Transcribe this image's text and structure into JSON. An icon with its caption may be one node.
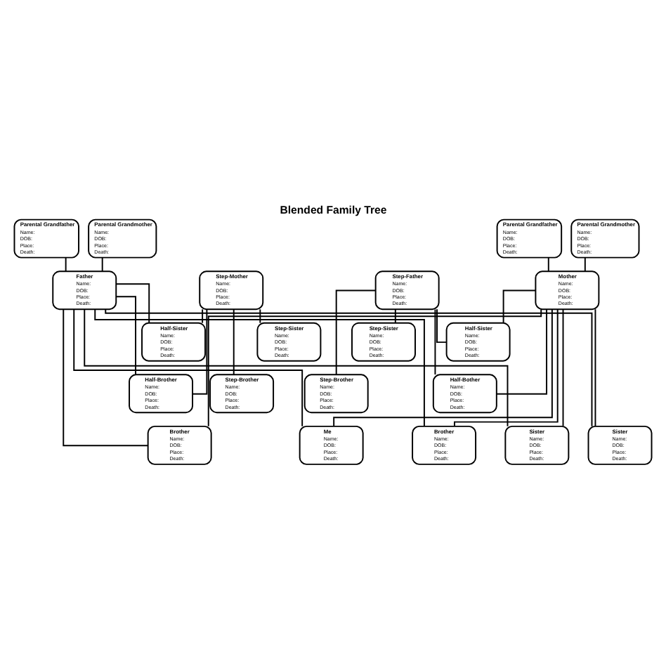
{
  "diagram": {
    "title": "Blended Family Tree",
    "nodes": [
      {
        "text": [
          "Parental Grandfather",
          "Name:",
          "DOB:",
          "Place:",
          "Death:"
        ]
      },
      {
        "text": [
          "Parental Grandmother",
          "Name:",
          "DOB:",
          "Place:",
          "Death:"
        ]
      },
      {
        "text": [
          "Parental Grandfather",
          "Name:",
          "DOB:",
          "Place:",
          "Death:"
        ]
      },
      {
        "text": [
          "Parental Grandmother",
          "Name:",
          "DOB:",
          "Place:",
          "Death:"
        ]
      },
      {
        "text": [
          "Step-Mother",
          "Name:",
          "DOB:",
          "Place:",
          "Death:"
        ]
      },
      {
        "text": [
          "Father",
          "Name:",
          "DOB:",
          "Place:",
          "Death:"
        ]
      },
      {
        "text": [
          "Mother",
          "Name:",
          "DOB:",
          "Place:",
          "Death:"
        ]
      },
      {
        "text": [
          "Step-Father",
          "Name:",
          "DOB:",
          "Place:",
          "Death:"
        ]
      },
      {
        "text": [
          "Step-Sister",
          "Name:",
          "DOB:",
          "Place:",
          "Death:"
        ]
      },
      {
        "text": [
          "Half-Sister",
          "Name:",
          "DOB:",
          "Place:",
          "Death:"
        ]
      },
      {
        "text": [
          "Half-Sister",
          "Name:",
          "DOB:",
          "Place:",
          "Death:"
        ]
      },
      {
        "text": [
          "Step-Sister",
          "Name:",
          "DOB:",
          "Place:",
          "Death:"
        ]
      },
      {
        "text": [
          "Step-Brother",
          "Name:",
          "DOB:",
          "Place:",
          "Death:"
        ]
      },
      {
        "text": [
          "Half-Brother",
          "Name:",
          "DOB:",
          "Place:",
          "Death:"
        ]
      },
      {
        "text": [
          "Half-Bother",
          "Name:",
          "DOB:",
          "Place:",
          "Death:"
        ]
      },
      {
        "text": [
          "Step-Brother",
          "Name:",
          "DOB:",
          "Place:",
          "Death:"
        ]
      },
      {
        "text": [
          "Sister",
          "Name:",
          "DOB:",
          "Place:",
          "Death:"
        ]
      },
      {
        "text": [
          "Sister",
          "Name:",
          "DOB:",
          "Place:",
          "Death:"
        ]
      },
      {
        "text": [
          "Me",
          "Name:",
          "DOB:",
          "Place:",
          "Death:"
        ]
      },
      {
        "text": [
          "Brother",
          "Name:",
          "DOB:",
          "Place:",
          "Death:"
        ]
      },
      {
        "text": [
          "Brother",
          "Name:",
          "DOB:",
          "Place:",
          "Death:"
        ]
      }
    ],
    "edges": [
      {
        "from": 0,
        "to": 5,
        "arrow": "none"
      },
      {
        "from": 1,
        "to": 5,
        "arrow": "none"
      },
      {
        "from": 2,
        "to": 6,
        "arrow": "none"
      },
      {
        "from": 3,
        "to": 6,
        "arrow": "none"
      },
      {
        "from": 4,
        "to": 8,
        "arrow": "none"
      },
      {
        "from": 4,
        "to": 12,
        "arrow": "none"
      },
      {
        "from": 4,
        "to": 9,
        "arrow": "none"
      },
      {
        "from": 4,
        "to": 13,
        "arrow": "none"
      },
      {
        "from": 5,
        "to": 9,
        "arrow": "none"
      },
      {
        "from": 5,
        "to": 13,
        "arrow": "none"
      },
      {
        "from": 5,
        "to": 16,
        "arrow": "none"
      },
      {
        "from": 5,
        "to": 17,
        "arrow": "none"
      },
      {
        "from": 5,
        "to": 18,
        "arrow": "none"
      },
      {
        "from": 5,
        "to": 19,
        "arrow": "none"
      },
      {
        "from": 5,
        "to": 20,
        "arrow": "none"
      },
      {
        "from": 6,
        "to": 16,
        "arrow": "none"
      },
      {
        "from": 6,
        "to": 17,
        "arrow": "none"
      },
      {
        "from": 6,
        "to": 18,
        "arrow": "none"
      },
      {
        "from": 6,
        "to": 19,
        "arrow": "none"
      },
      {
        "from": 6,
        "to": 20,
        "arrow": "none"
      },
      {
        "from": 6,
        "to": 10,
        "arrow": "none"
      },
      {
        "from": 6,
        "to": 14,
        "arrow": "none"
      },
      {
        "from": 7,
        "to": 10,
        "arrow": "none"
      },
      {
        "from": 7,
        "to": 14,
        "arrow": "none"
      },
      {
        "from": 7,
        "to": 11,
        "arrow": "none"
      },
      {
        "from": 7,
        "to": 15,
        "arrow": "none"
      }
    ]
  }
}
